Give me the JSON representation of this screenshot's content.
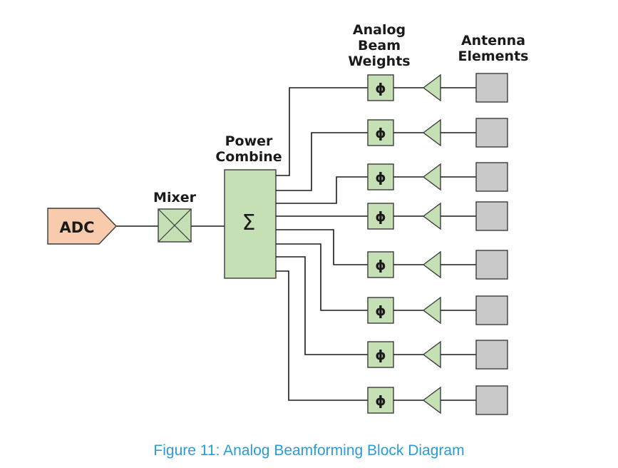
{
  "labels": {
    "analog_beam_weights": [
      "Analog",
      "Beam",
      "Weights"
    ],
    "antenna_elements": [
      "Antenna",
      "Elements"
    ],
    "power_combine": [
      "Power",
      "Combine"
    ],
    "mixer": "Mixer",
    "adc": "ADC",
    "sigma": "Σ",
    "phi": "ϕ"
  },
  "caption": "Figure 11: Analog Beamforming Block Diagram",
  "colors": {
    "green_fill": "#c5e0b4",
    "green_stroke": "#3b3b3b",
    "adc_fill": "#f8cbad",
    "antenna_fill": "#c9c9c9",
    "caption": "#2b9bd6"
  },
  "channel_count": 8
}
